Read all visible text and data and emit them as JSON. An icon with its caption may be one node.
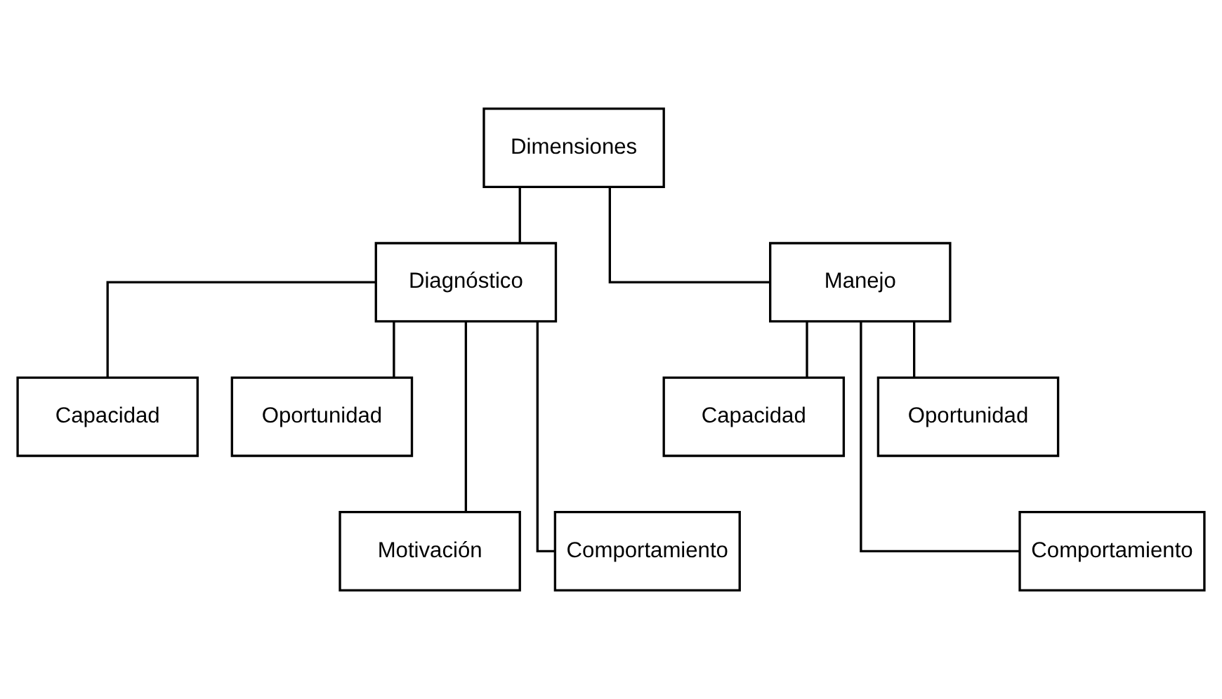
{
  "diagram": {
    "nodes": [
      {
        "text": [
          "Dimensiones"
        ]
      },
      {
        "text": [
          "Diagnóstico"
        ]
      },
      {
        "text": [
          "Manejo"
        ]
      },
      {
        "text": [
          "Capacidad"
        ]
      },
      {
        "text": [
          "Oportunidad"
        ]
      },
      {
        "text": [
          "Motivación"
        ]
      },
      {
        "text": [
          "Comportamiento"
        ]
      },
      {
        "text": [
          "Capacidad"
        ]
      },
      {
        "text": [
          "Oportunidad"
        ]
      },
      {
        "text": [
          "Comportamiento"
        ]
      }
    ],
    "edges": [
      {
        "from": 0,
        "to": 1,
        "arrow": "none"
      },
      {
        "from": 0,
        "to": 2,
        "arrow": "none"
      },
      {
        "from": 1,
        "to": 3,
        "arrow": "none"
      },
      {
        "from": 1,
        "to": 4,
        "arrow": "none"
      },
      {
        "from": 1,
        "to": 5,
        "arrow": "none"
      },
      {
        "from": 1,
        "to": 6,
        "arrow": "none"
      },
      {
        "from": 2,
        "to": 7,
        "arrow": "none"
      },
      {
        "from": 2,
        "to": 8,
        "arrow": "none"
      },
      {
        "from": 2,
        "to": 9,
        "arrow": "none"
      }
    ]
  }
}
